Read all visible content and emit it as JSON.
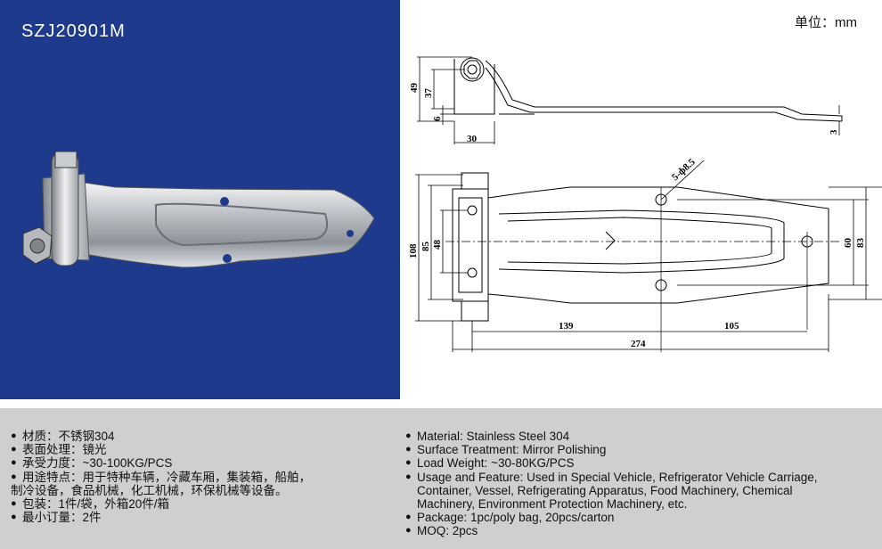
{
  "photo": {
    "title": "SZJ20901M",
    "bg_color": "#1e3a8c"
  },
  "drawing": {
    "unit_label": "单位：mm",
    "dims": {
      "d49": "49",
      "d37": "37",
      "d6": "6",
      "d30": "30",
      "d3": "3",
      "d108": "108",
      "d85": "85",
      "d48": "48",
      "d60": "60",
      "d83": "83",
      "holes": "5-ф8.5",
      "d139": "139",
      "d105": "105",
      "d274": "274"
    }
  },
  "specs": {
    "bullet": "●",
    "cn": [
      "材质：不锈钢304",
      "表面处理：镜光",
      "承受力度：~30-100KG/PCS",
      "用途特点：用于特种车辆，冷藏车厢，集装箱，船舶，",
      "制冷设备，食品机械，化工机械，环保机械等设备。",
      "包装：1件/袋，外箱20件/箱",
      "最小订量：2件"
    ],
    "en": [
      "Material: Stainless Steel 304",
      "Surface Treatment: Mirror Polishing",
      "Load Weight: ~30-80KG/PCS",
      "Usage and Feature: Used in Special Vehicle, Refrigerator Vehicle Carriage,",
      "Container, Vessel, Refrigerating Apparatus, Food Machinery, Chemical",
      "Machinery, Environment Protection Machinery, etc.",
      "Package: 1pc/poly bag, 20pcs/carton",
      "MOQ: 2pcs"
    ]
  }
}
